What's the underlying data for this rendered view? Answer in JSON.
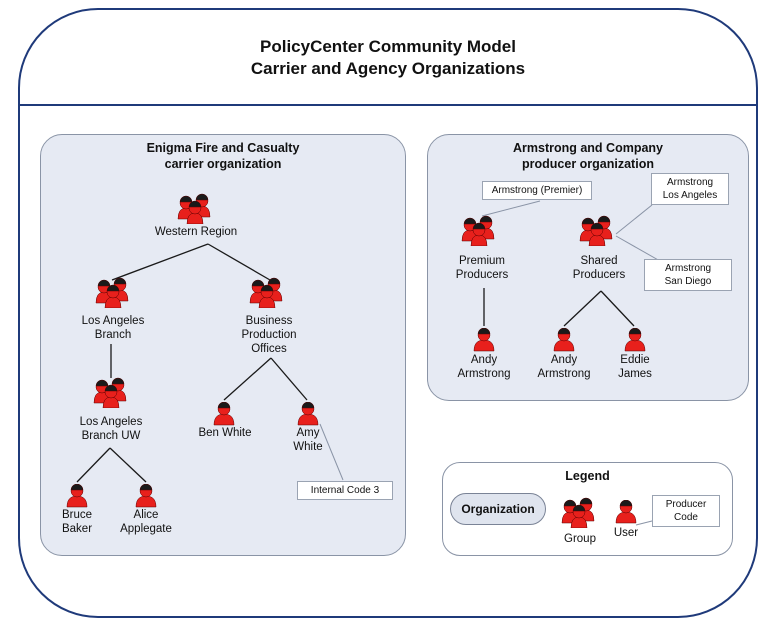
{
  "title": {
    "line1": "PolicyCenter Community Model",
    "line2": "Carrier and Agency Organizations"
  },
  "carrier": {
    "title_line1": "Enigma Fire and Casualty",
    "title_line2": "carrier organization",
    "western_region": "Western Region",
    "la_branch": [
      "Los Angeles",
      "Branch"
    ],
    "bpo": [
      "Business",
      "Production",
      "Offices"
    ],
    "la_branch_uw": [
      "Los Angeles",
      "Branch UW"
    ],
    "ben_white": "Ben White",
    "amy_white": [
      "Amy",
      "White"
    ],
    "bruce_baker": [
      "Bruce",
      "Baker"
    ],
    "alice_applegate": [
      "Alice",
      "Applegate"
    ],
    "internal_code": "Internal Code 3"
  },
  "producer": {
    "title_line1": "Armstrong and Company",
    "title_line2": "producer organization",
    "premium": [
      "Premium",
      "Producers"
    ],
    "shared": [
      "Shared",
      "Producers"
    ],
    "andy1": [
      "Andy",
      "Armstrong"
    ],
    "andy2": [
      "Andy",
      "Armstrong"
    ],
    "eddie": [
      "Eddie",
      "James"
    ],
    "code_premier": "Armstrong (Premier)",
    "code_la": [
      "Armstrong",
      "Los Angeles"
    ],
    "code_sd": [
      "Armstrong",
      "San Diego"
    ]
  },
  "legend": {
    "title": "Legend",
    "organization": "Organization",
    "group": "Group",
    "user": "User",
    "producer_code": [
      "Producer",
      "Code"
    ]
  },
  "colors": {
    "frame": "#1f3a7a",
    "org_fill": "#e6eaf3",
    "icon_red": "#e8201c",
    "icon_dark": "#1a1a1a"
  }
}
